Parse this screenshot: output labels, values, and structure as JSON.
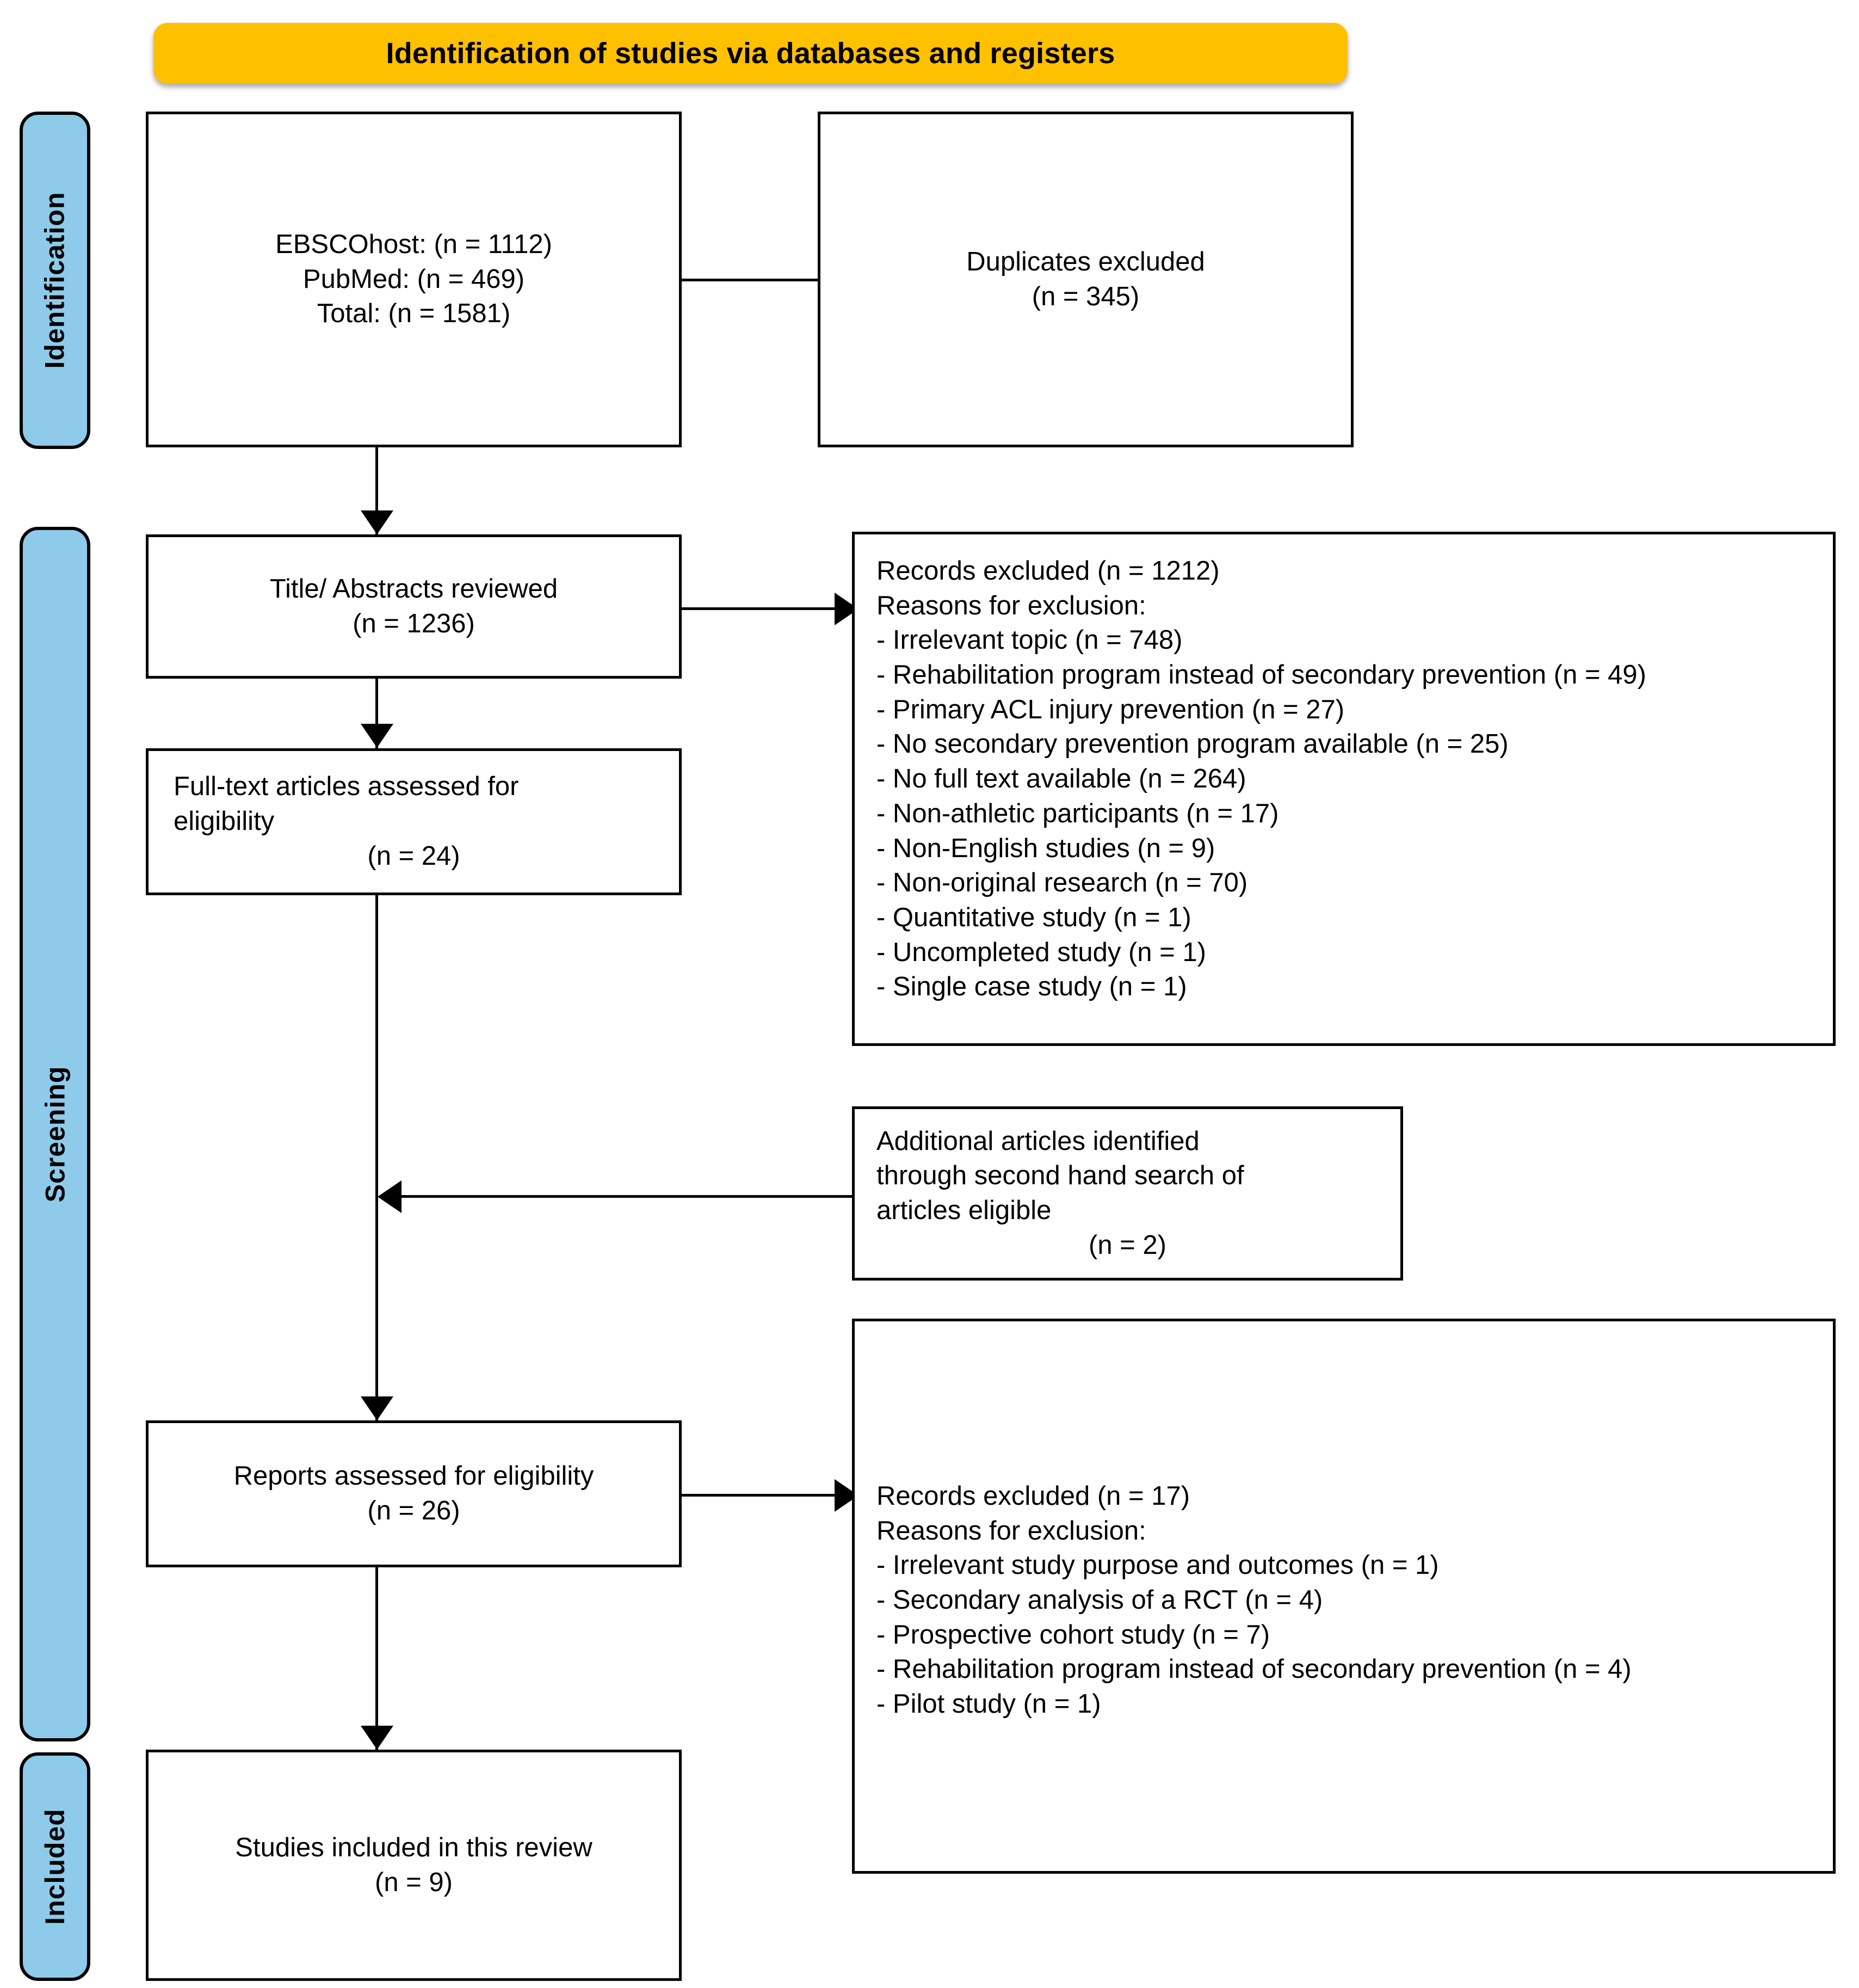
{
  "banner": {
    "title": "Identification of studies via databases and registers",
    "color": "#ffc000"
  },
  "stages": {
    "identification": "Identification",
    "screening": "Screening",
    "included": "Included",
    "color": "#8ecbea"
  },
  "boxes": {
    "sources": {
      "line1": "EBSCOhost: (n = 1112)",
      "line2": "PubMed: (n = 469)",
      "line3": "Total: (n = 1581)"
    },
    "duplicates": {
      "line1": "Duplicates excluded",
      "line2": "(n = 345)"
    },
    "title_abstracts": {
      "line1": "Title/ Abstracts reviewed",
      "line2": "(n = 1236)"
    },
    "fulltext": {
      "line1": "Full-text articles assessed for",
      "line2": "eligibility",
      "line3": "(n = 24)"
    },
    "additional": {
      "line1": "Additional articles identified",
      "line2": "through second hand search of",
      "line3": "articles eligible",
      "line4": "(n = 2)"
    },
    "reports_assessed": {
      "line1": "Reports assessed for eligibility",
      "line2": "(n = 26)"
    },
    "included_studies": {
      "line1": "Studies included in this review",
      "line2": "(n = 9)"
    },
    "excluded_screening": {
      "heading": "Records excluded (n = 1212)",
      "subheading": "Reasons for exclusion:",
      "reasons": [
        "- Irrelevant topic (n = 748)",
        "- Rehabilitation program instead of secondary prevention (n = 49)",
        "- Primary ACL injury prevention (n = 27)",
        "- No secondary prevention program available (n = 25)",
        "- No full text available (n = 264)",
        "- Non-athletic participants (n = 17)",
        "- Non-English studies (n = 9)",
        "- Non-original research (n = 70)",
        "- Quantitative study (n = 1)",
        "- Uncompleted study (n = 1)",
        "- Single case study (n = 1)"
      ]
    },
    "excluded_eligibility": {
      "heading": "Records excluded (n = 17)",
      "subheading": "Reasons for exclusion:",
      "reasons": [
        "- Irrelevant study purpose and outcomes (n = 1)",
        "- Secondary analysis of a RCT (n = 4)",
        "- Prospective cohort study (n = 7)",
        "- Rehabilitation program instead of secondary prevention (n = 4)",
        "- Pilot study (n = 1)"
      ]
    }
  }
}
